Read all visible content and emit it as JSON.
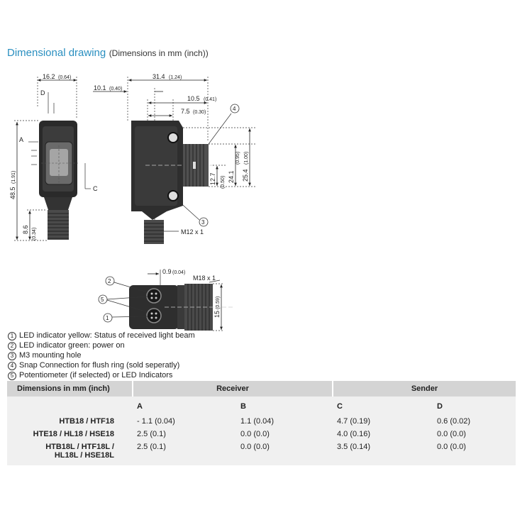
{
  "title": {
    "main": "Dimensional drawing",
    "sub": "(Dimensions in mm (inch))"
  },
  "front_view": {
    "width_label": "16.2",
    "width_label_inch": "(0.64)",
    "d_label": "D",
    "a_label": "A",
    "c_label": "C",
    "height_label": "48.5",
    "height_label_inch": "(1.91)",
    "thread_len_label": "8.6",
    "thread_len_label_inch": "(0.34)"
  },
  "side_view": {
    "length_label": "31.4",
    "length_label_inch": "(1.24)",
    "offset_label": "10.1",
    "offset_label_inch": "(0.40)",
    "dim_10_5": "10.5",
    "dim_10_5_inch": "(0.41)",
    "dim_7_5": "7.5",
    "dim_7_5_inch": "(0.30)",
    "dim_12_7": "12.7",
    "dim_12_7_inch": "(0.50)",
    "dim_24_1": "24.1",
    "dim_24_1_inch": "(0.95)",
    "dim_25_4": "25.4",
    "dim_25_4_inch": "(1.00)",
    "thread_label": "M12 x 1",
    "callout_4": "4",
    "callout_3": "3"
  },
  "top_view": {
    "dim_0_9": "0.9",
    "dim_0_9_inch": "(0.04)",
    "thread_label": "M18 x 1",
    "dim_15": "15",
    "dim_15_inch": "(0.59)",
    "callout_2": "2",
    "callout_5": "5",
    "callout_1": "1"
  },
  "legend": [
    {
      "num": "1",
      "text": "LED indicator yellow: Status of received light beam"
    },
    {
      "num": "2",
      "text": "LED indicator green: power on"
    },
    {
      "num": "3",
      "text": "M3 mounting hole"
    },
    {
      "num": "4",
      "text": "Snap Connection for flush ring (sold seperatly)"
    },
    {
      "num": "5",
      "text": "Potentiometer (if selected) or LED Indicators"
    }
  ],
  "table": {
    "header": {
      "dims": "Dimensions in mm (inch)",
      "receiver": "Receiver",
      "sender": "Sender"
    },
    "letters": [
      "A",
      "B",
      "C",
      "D"
    ],
    "rows": [
      {
        "model": "HTB18 / HTF18",
        "a": "- 1.1 (0.04)",
        "b": "1.1 (0.04)",
        "c": "4.7 (0.19)",
        "d": "0.6 (0.02)"
      },
      {
        "model": "HTE18 / HL18 / HSE18",
        "a": "2.5 (0.1)",
        "b": "0.0 (0.0)",
        "c": "4.0 (0.16)",
        "d": "0.0 (0.0)"
      },
      {
        "model_line1": "HTB18L / HTF18L /",
        "model_line2": "HL18L / HSE18L",
        "a": "2.5 (0.1)",
        "b": "0.0 (0.0)",
        "c": "3.5 (0.14)",
        "d": "0.0 (0.0)"
      }
    ]
  }
}
